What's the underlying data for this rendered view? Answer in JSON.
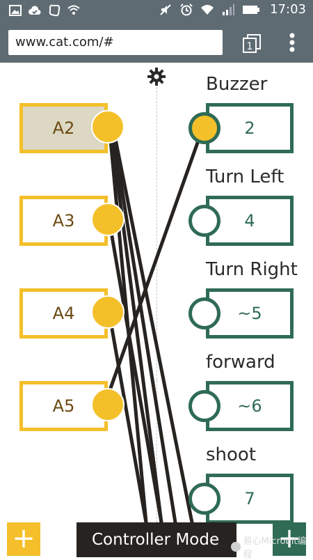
{
  "status_bar": {
    "time": "17:03"
  },
  "browser": {
    "url": "www.cat.com/#",
    "tab_count": "1"
  },
  "inputs": [
    {
      "label": "A2",
      "active": true
    },
    {
      "label": "A3",
      "active": false
    },
    {
      "label": "A4",
      "active": false
    },
    {
      "label": "A5",
      "active": false
    }
  ],
  "outputs": [
    {
      "name": "Buzzer",
      "pin": "2",
      "connected": true
    },
    {
      "name": "Turn Left",
      "pin": "4",
      "connected": false
    },
    {
      "name": "Turn Right",
      "pin": "~5",
      "connected": false
    },
    {
      "name": "forward",
      "pin": "~6",
      "connected": false
    },
    {
      "name": "shoot",
      "pin": "7",
      "connected": false
    }
  ],
  "footer": {
    "add_input": "+",
    "add_output": "+",
    "mode_label": "Controller Mode",
    "watermark": "易心Microbit编程"
  },
  "colors": {
    "input_accent": "#f4bf2a",
    "output_accent": "#2f6b55",
    "wire": "#262320",
    "bar": "#5f6b73"
  }
}
